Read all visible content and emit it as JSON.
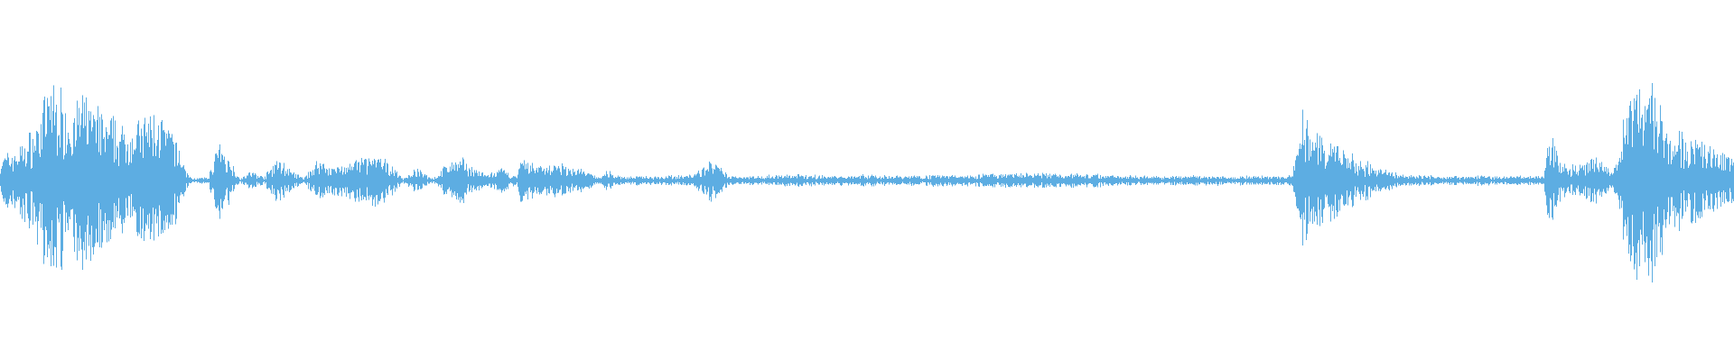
{
  "waveform": {
    "color": "#5dade2",
    "background": "#ffffff",
    "seed": 7,
    "envelope": [
      [
        0.0,
        0.2
      ],
      [
        0.01,
        0.28
      ],
      [
        0.02,
        0.45
      ],
      [
        0.03,
        0.88
      ],
      [
        0.04,
        0.6
      ],
      [
        0.05,
        0.75
      ],
      [
        0.06,
        0.55
      ],
      [
        0.07,
        0.45
      ],
      [
        0.08,
        0.5
      ],
      [
        0.09,
        0.6
      ],
      [
        0.1,
        0.4
      ],
      [
        0.107,
        0.1
      ],
      [
        0.11,
        0.02
      ],
      [
        0.12,
        0.03
      ],
      [
        0.125,
        0.32
      ],
      [
        0.132,
        0.2
      ],
      [
        0.138,
        0.02
      ],
      [
        0.145,
        0.08
      ],
      [
        0.152,
        0.03
      ],
      [
        0.16,
        0.2
      ],
      [
        0.168,
        0.08
      ],
      [
        0.175,
        0.02
      ],
      [
        0.183,
        0.18
      ],
      [
        0.192,
        0.12
      ],
      [
        0.2,
        0.15
      ],
      [
        0.215,
        0.22
      ],
      [
        0.225,
        0.15
      ],
      [
        0.232,
        0.02
      ],
      [
        0.24,
        0.1
      ],
      [
        0.25,
        0.02
      ],
      [
        0.258,
        0.15
      ],
      [
        0.265,
        0.2
      ],
      [
        0.272,
        0.12
      ],
      [
        0.28,
        0.05
      ],
      [
        0.29,
        0.1
      ],
      [
        0.298,
        0.03
      ],
      [
        0.3,
        0.18
      ],
      [
        0.31,
        0.14
      ],
      [
        0.32,
        0.14
      ],
      [
        0.335,
        0.1
      ],
      [
        0.345,
        0.03
      ],
      [
        0.35,
        0.08
      ],
      [
        0.36,
        0.03
      ],
      [
        0.37,
        0.04
      ],
      [
        0.38,
        0.04
      ],
      [
        0.4,
        0.05
      ],
      [
        0.41,
        0.18
      ],
      [
        0.42,
        0.04
      ],
      [
        0.43,
        0.04
      ],
      [
        0.46,
        0.05
      ],
      [
        0.48,
        0.04
      ],
      [
        0.5,
        0.05
      ],
      [
        0.52,
        0.04
      ],
      [
        0.54,
        0.05
      ],
      [
        0.56,
        0.05
      ],
      [
        0.58,
        0.06
      ],
      [
        0.6,
        0.06
      ],
      [
        0.62,
        0.06
      ],
      [
        0.64,
        0.05
      ],
      [
        0.66,
        0.04
      ],
      [
        0.68,
        0.04
      ],
      [
        0.7,
        0.04
      ],
      [
        0.72,
        0.04
      ],
      [
        0.745,
        0.04
      ],
      [
        0.75,
        0.55
      ],
      [
        0.76,
        0.4
      ],
      [
        0.77,
        0.3
      ],
      [
        0.78,
        0.2
      ],
      [
        0.79,
        0.14
      ],
      [
        0.8,
        0.08
      ],
      [
        0.81,
        0.05
      ],
      [
        0.83,
        0.04
      ],
      [
        0.85,
        0.04
      ],
      [
        0.88,
        0.04
      ],
      [
        0.89,
        0.04
      ],
      [
        0.893,
        0.45
      ],
      [
        0.9,
        0.15
      ],
      [
        0.91,
        0.12
      ],
      [
        0.92,
        0.2
      ],
      [
        0.93,
        0.06
      ],
      [
        0.935,
        0.45
      ],
      [
        0.945,
        0.92
      ],
      [
        0.95,
        0.96
      ],
      [
        0.955,
        0.85
      ],
      [
        0.96,
        0.5
      ],
      [
        0.97,
        0.4
      ],
      [
        0.98,
        0.35
      ],
      [
        0.99,
        0.25
      ],
      [
        1.0,
        0.22
      ]
    ]
  }
}
